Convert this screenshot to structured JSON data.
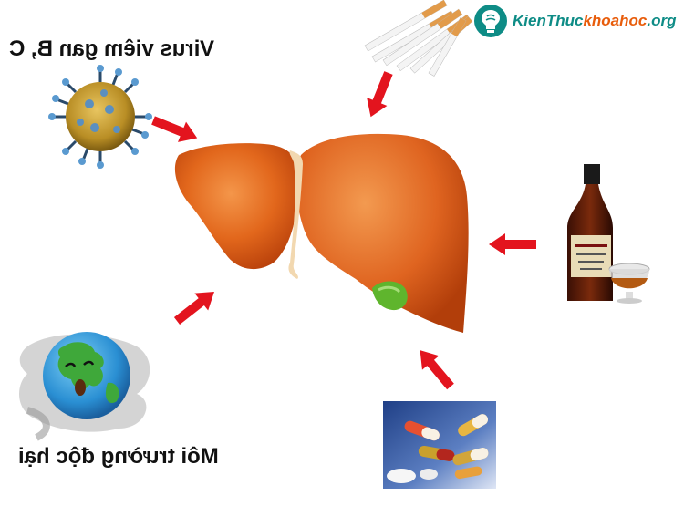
{
  "labels": {
    "virus": "Virus viêm gan B, C",
    "environment": "Môi trường độc hại"
  },
  "logo": {
    "brand_part1": "KienThuc",
    "brand_part2": "khoahoc",
    "brand_part3": ".org",
    "icon": "brain-lightbulb-icon"
  },
  "causes": [
    {
      "name": "cigarettes",
      "icon": "cigarettes-icon"
    },
    {
      "name": "virus",
      "icon": "virus-icon"
    },
    {
      "name": "alcohol",
      "icon": "liquor-bottle-icon"
    },
    {
      "name": "environment",
      "icon": "polluted-earth-icon"
    },
    {
      "name": "medicine",
      "icon": "pills-icon"
    }
  ],
  "colors": {
    "liver": "#e2671c",
    "arrow": "#e3141e",
    "gallbladder": "#5fb52d",
    "brand_teal": "#0e8c86",
    "brand_orange": "#e85d0c"
  }
}
